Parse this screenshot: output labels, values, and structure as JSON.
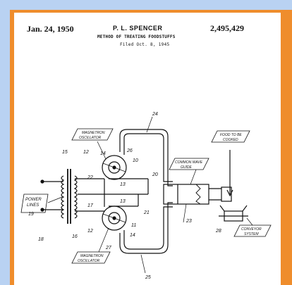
{
  "header": {
    "date": "Jan. 24, 1950",
    "inventor": "P. L. SPENCER",
    "patent_number": "2,495,429",
    "title": "METHOD OF TREATING FOODSTUFFS",
    "filed": "Filed Oct. 8, 1945"
  },
  "labels": {
    "magnetron_top_1": "MAGNETRON",
    "magnetron_top_2": "OSCILLATOR",
    "power_lines_1": "POWER",
    "power_lines_2": "LINES",
    "common_wave_1": "COMMON WAVE",
    "common_wave_2": "GUIDE",
    "food_1": "FOOD TO BE",
    "food_2": "COOKED",
    "conveyor_1": "CONVEYOR",
    "conveyor_2": "SYSTEM",
    "magnetron_bottom_1": "MAGNETRON",
    "magnetron_bottom_2": "OSCILLATOR"
  },
  "refs": {
    "r24": "24",
    "r14a": "14",
    "r26": "26",
    "r15": "15",
    "r12a": "12",
    "r10": "10",
    "r22": "22",
    "r20": "20",
    "r13a": "13",
    "r19": "19",
    "r17": "17",
    "r13b": "13",
    "r21": "21",
    "r23": "23",
    "r11": "11",
    "r14b": "14",
    "r18": "18",
    "r16": "16",
    "r12b": "12",
    "r27": "27",
    "r28": "28",
    "r25": "25"
  }
}
